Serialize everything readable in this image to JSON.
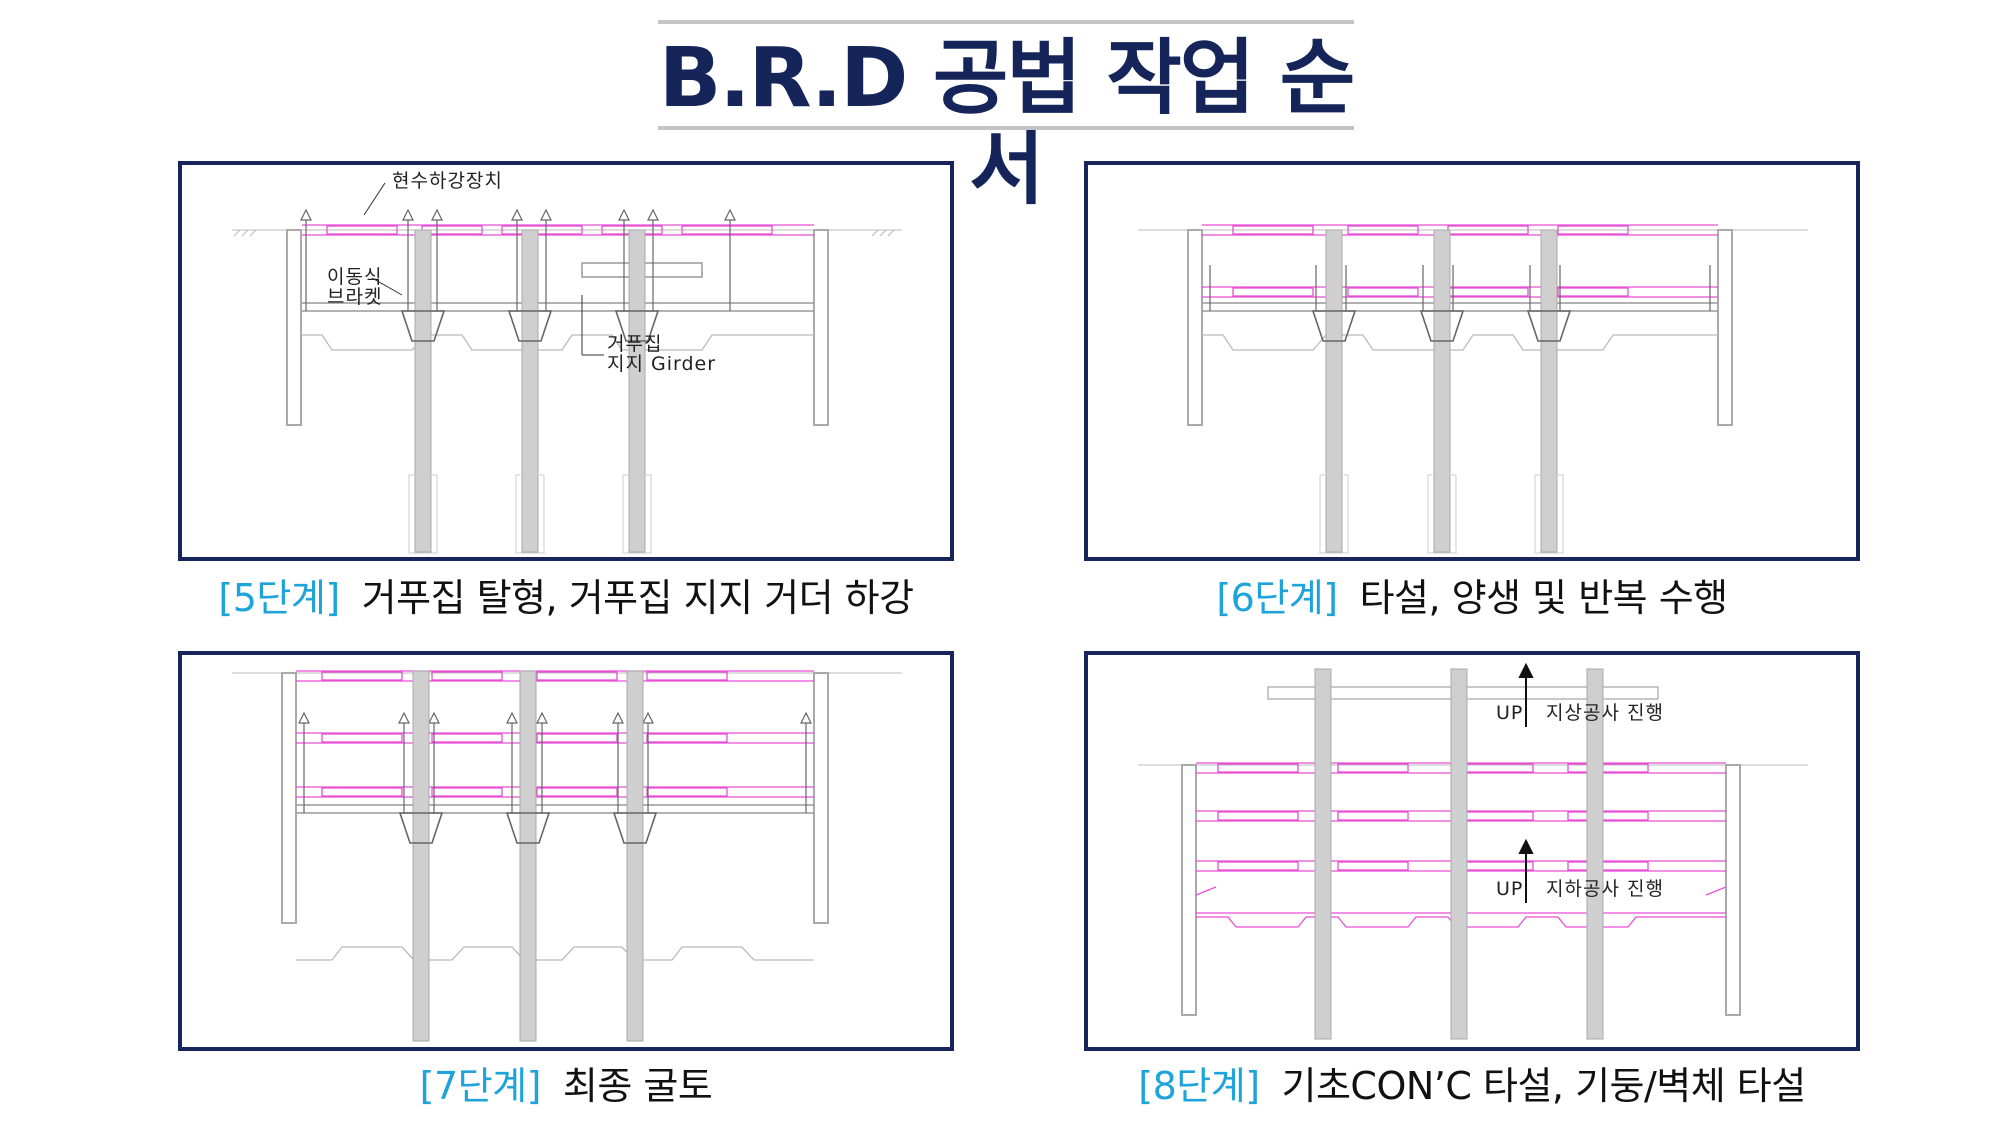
{
  "title": "B.R.D 공법 작업 순서",
  "colors": {
    "title": "#15255a",
    "frame": "#17255a",
    "step_label": "#1ea3da",
    "slab": "#e64fd6",
    "pile": "#cfcfcf"
  },
  "panels": [
    {
      "step": "[5단계]",
      "desc": "거푸집 탈형, 거푸집 지지 거더 하강",
      "annotations": {
        "a1": "현수하강장치",
        "a2": "이동식",
        "a3": "브라켓",
        "a4": "거푸집",
        "a5": "지지 Girder"
      }
    },
    {
      "step": "[6단계]",
      "desc": "타설, 양생 및 반복 수행"
    },
    {
      "step": "[7단계]",
      "desc": "최종 굴토"
    },
    {
      "step": "[8단계]",
      "desc": "기초CON’C 타설, 기둥/벽체 타설",
      "annotations": {
        "a1": "UP",
        "a2": "지상공사 진행",
        "a3": "UP",
        "a4": "지하공사 진행"
      }
    }
  ]
}
